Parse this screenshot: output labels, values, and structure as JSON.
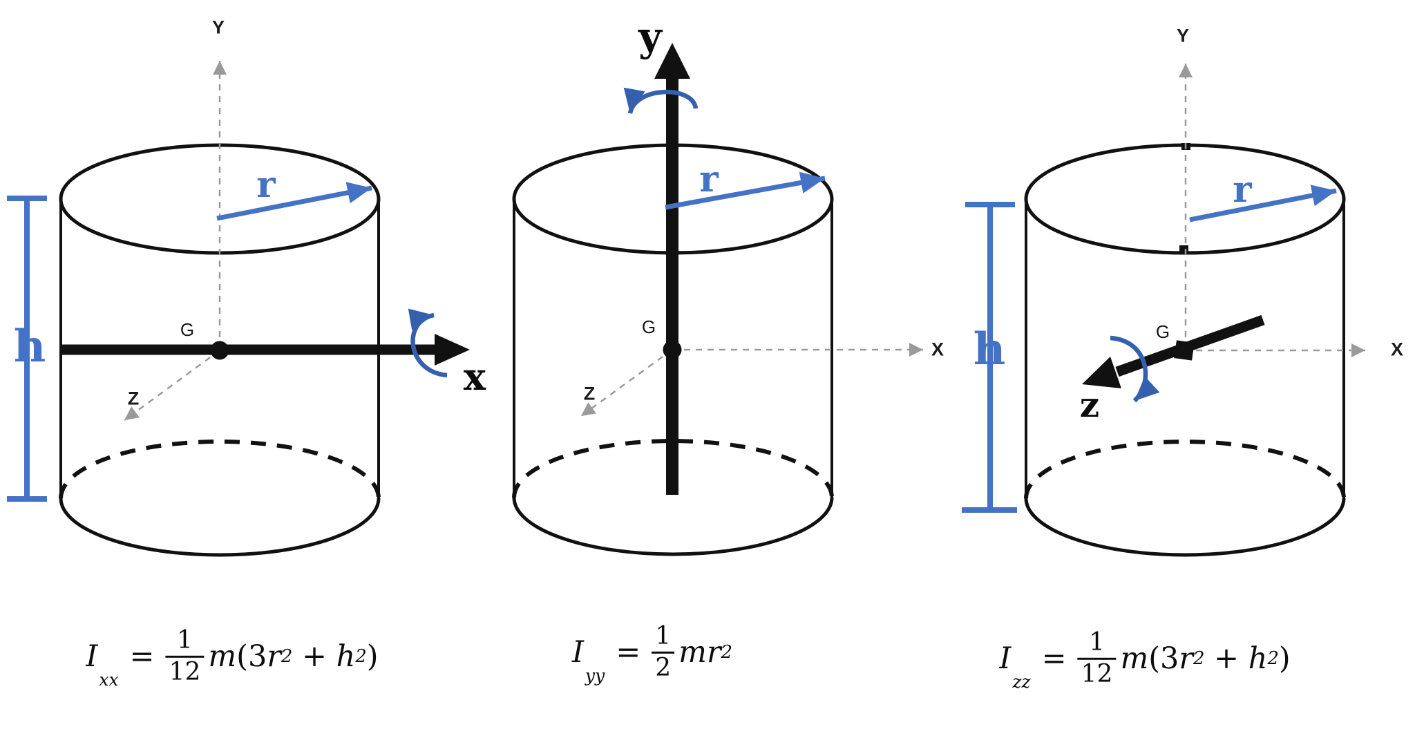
{
  "colors": {
    "accent_blue": "#4472C4",
    "rotation_blue": "#3560AE",
    "axis_gray": "#9a9a9a",
    "ink": "#111111"
  },
  "fig_left": {
    "dashed_axis_y_label": "Y",
    "dashed_axis_z_label": "Z",
    "center_of_mass_label": "G",
    "rotation_axis_label": "x",
    "radius_label": "r",
    "height_label": "h"
  },
  "fig_middle": {
    "dashed_axis_x_label": "X",
    "dashed_axis_z_label": "Z",
    "center_of_mass_label": "G",
    "rotation_axis_label": "y",
    "radius_label": "r"
  },
  "fig_right": {
    "dashed_axis_y_label": "Y",
    "dashed_axis_x_label": "X",
    "center_of_mass_label": "G",
    "rotation_axis_label": "z",
    "radius_label": "r",
    "height_label": "h"
  },
  "formulas": {
    "ixx": {
      "symbol": "I",
      "sub": "xx",
      "eq": "=",
      "num": "1",
      "den": "12",
      "m": "m",
      "open": "(",
      "coef": "3",
      "r": "r",
      "rexp": "2",
      "plus": " + ",
      "h": "h",
      "hexp": "2",
      "close": ")"
    },
    "iyy": {
      "symbol": "I",
      "sub": "yy",
      "eq": "=",
      "num": "1",
      "den": "2",
      "m": "m",
      "open": "",
      "coef": "",
      "r": "r",
      "rexp": "2",
      "plus": "",
      "h": "",
      "hexp": "",
      "close": ""
    },
    "izz": {
      "symbol": "I",
      "sub": "zz",
      "eq": "=",
      "num": "1",
      "den": "12",
      "m": "m",
      "open": "(",
      "coef": "3",
      "r": "r",
      "rexp": "2",
      "plus": " + ",
      "h": "h",
      "hexp": "2",
      "close": ")"
    }
  }
}
